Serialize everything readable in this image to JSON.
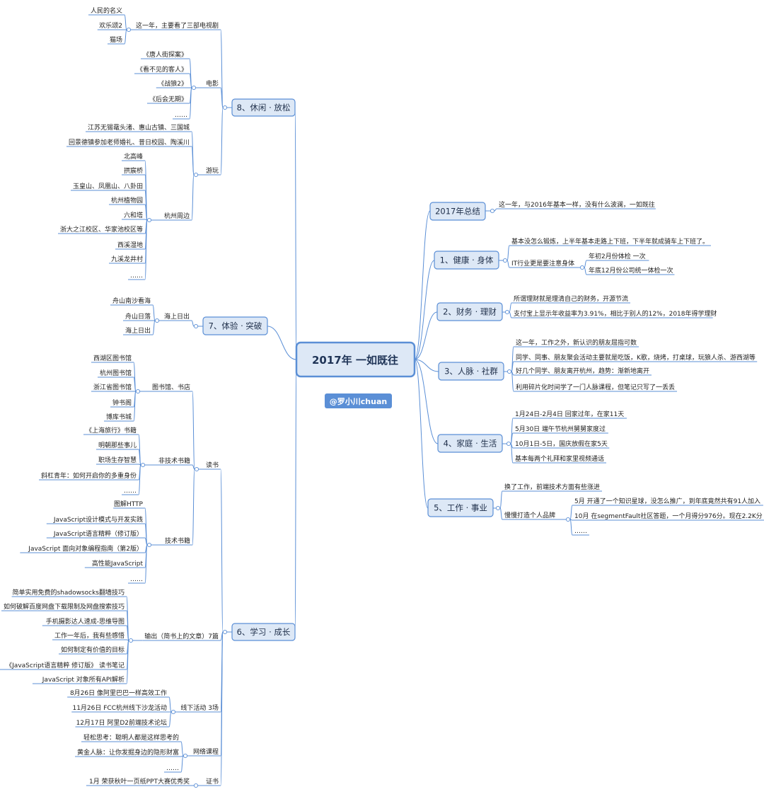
{
  "root": {
    "title": "2017年 一如既往",
    "author": "@罗小川chuan"
  },
  "colors": {
    "line": "#5b8fd6",
    "box_fill": "#dde8f6",
    "box_stroke": "#5b8fd6",
    "author_fill": "#5b8fd6",
    "text": "#222222"
  },
  "right": [
    {
      "title": "2017年总结",
      "items": [
        {
          "text": "这一年，与2016年基本一样，没有什么波澜，一如既往"
        }
      ]
    },
    {
      "title": "1、健康 · 身体",
      "items": [
        {
          "text": "基本没怎么锻炼，上半年基本走路上下班，下半年就成骑车上下班了。"
        },
        {
          "text": "IT行业更是要注意身体",
          "children": [
            {
              "text": "年初2月份体检 一次"
            },
            {
              "text": "年底12月份公司统一体检一次"
            }
          ]
        }
      ]
    },
    {
      "title": "2、财务 · 理财",
      "items": [
        {
          "text": "所谓理财就是理清自己的财务，开源节流"
        },
        {
          "text": "支付宝上显示年收益率为3.91%，相比于别人的12%，2018年得学理财"
        }
      ]
    },
    {
      "title": "3、人脉 · 社群",
      "items": [
        {
          "text": "这一年，工作之外，新认识的朋友屈指可数"
        },
        {
          "text": "同学、同事、朋友聚会活动主要就是吃饭，K歌，烧烤，打桌球，玩狼人杀、游西湖等"
        },
        {
          "text": "好几个同学、朋友离开杭州，趋势：渐新地离开"
        },
        {
          "text": "利用碎片化时间学了一门人脉课程，但笔记只写了一丢丢"
        }
      ]
    },
    {
      "title": "4、家庭 · 生活",
      "items": [
        {
          "text": "1月24日-2月4日 回家过年，在家11天"
        },
        {
          "text": "5月30日 端午节杭州舅舅家度过"
        },
        {
          "text": "10月1日-5日，国庆放假在家5天"
        },
        {
          "text": "基本每两个礼拜和家里视频通话"
        }
      ]
    },
    {
      "title": "5、工作 · 事业",
      "items": [
        {
          "text": "换了工作，前端技术方面有些涨进"
        },
        {
          "text": "慢慢打造个人品牌",
          "children": [
            {
              "text": "5月 开通了一个知识星球，没怎么推广，到年底竟然共有91人加入"
            },
            {
              "text": "10月 在segmentFault社区答题，一个月得分976分。现在2.2K分"
            },
            {
              "text": "……"
            }
          ]
        }
      ]
    }
  ],
  "left": [
    {
      "title": "8、休闲 · 放松",
      "items": [
        {
          "text": "这一年，主要看了三部电视剧",
          "children": [
            {
              "text": "人民的名义"
            },
            {
              "text": "欢乐颂2"
            },
            {
              "text": "猫场"
            }
          ]
        },
        {
          "text": "电影",
          "children": [
            {
              "text": "《唐人街探案》"
            },
            {
              "text": "《看不见的客人》"
            },
            {
              "text": "《战狼2》"
            },
            {
              "text": "《后会无期》"
            },
            {
              "text": "……"
            }
          ]
        },
        {
          "text": "游玩",
          "children": [
            {
              "text": "江苏无锡鼋头渚、惠山古镇、三国城"
            },
            {
              "text": "回景德镇参加老师婚礼、昔日校园、陶溪川"
            },
            {
              "text": "杭州周边",
              "children": [
                {
                  "text": "北高峰"
                },
                {
                  "text": "拱宸桥"
                },
                {
                  "text": "玉皇山、凤凰山、八卦田"
                },
                {
                  "text": "杭州植物园"
                },
                {
                  "text": "六和塔"
                },
                {
                  "text": "浙大之江校区、华家池校区等"
                },
                {
                  "text": "西溪湿地"
                },
                {
                  "text": "九溪龙井村"
                },
                {
                  "text": "……"
                }
              ]
            }
          ]
        }
      ]
    },
    {
      "title": "7、体验 · 突破",
      "items": [
        {
          "text": "海上日出",
          "children": [
            {
              "text": "舟山南沙看海"
            },
            {
              "text": "舟山日落"
            },
            {
              "text": "海上日出"
            }
          ]
        }
      ]
    },
    {
      "title": "6、学习 · 成长",
      "items": [
        {
          "text": "读书",
          "children": [
            {
              "text": "图书馆、书店",
              "children": [
                {
                  "text": "西湖区图书馆"
                },
                {
                  "text": "杭州图书馆"
                },
                {
                  "text": "浙江省图书馆"
                },
                {
                  "text": "钟书阁"
                },
                {
                  "text": "博库书城"
                }
              ]
            },
            {
              "text": "非技术书籍",
              "children": [
                {
                  "text": "《上海旅行》书籍"
                },
                {
                  "text": "明朝那些事儿"
                },
                {
                  "text": "职场生存智慧"
                },
                {
                  "text": "斜杠青年：如何开启你的多重身份"
                },
                {
                  "text": "……"
                }
              ]
            },
            {
              "text": "技术书籍",
              "children": [
                {
                  "text": "图解HTTP"
                },
                {
                  "text": "JavaScript设计模式与开发实践"
                },
                {
                  "text": "JavaScript语言精粹（修订版）"
                },
                {
                  "text": "JavaScript 面向对象编程指南（第2版）"
                },
                {
                  "text": "高性能JavaScript"
                },
                {
                  "text": "……"
                }
              ]
            }
          ]
        },
        {
          "text": "输出（简书上的文章）7篇",
          "children": [
            {
              "text": "简单实用免费的shadowsocks翻墙技巧"
            },
            {
              "text": "如何破解百度网盘下载限制及网盘搜索技巧"
            },
            {
              "text": "手机摄影达人速成-思维导图"
            },
            {
              "text": "工作一年后，我有些感悟"
            },
            {
              "text": "如何制定有价值的目标"
            },
            {
              "text": "《JavaScript语言精粹 修订版》 读书笔记"
            },
            {
              "text": "JavaScript 对象所有API解析"
            }
          ]
        },
        {
          "text": "线下活动 3场",
          "children": [
            {
              "text": "8月26日 像阿里巴巴一样高效工作"
            },
            {
              "text": "11月26日 FCC杭州线下沙龙活动"
            },
            {
              "text": "12月17日 阿里D2前端技术论坛"
            }
          ]
        },
        {
          "text": "网络课程",
          "children": [
            {
              "text": "轻松思考：聪明人都是这样思考的"
            },
            {
              "text": "黄金人脉：让你发掘身边的隐形财富"
            },
            {
              "text": "……"
            }
          ]
        },
        {
          "text": "证书",
          "children": [
            {
              "text": "1月 荣获秋叶一页纸PPT大赛优秀奖"
            }
          ]
        }
      ]
    }
  ]
}
